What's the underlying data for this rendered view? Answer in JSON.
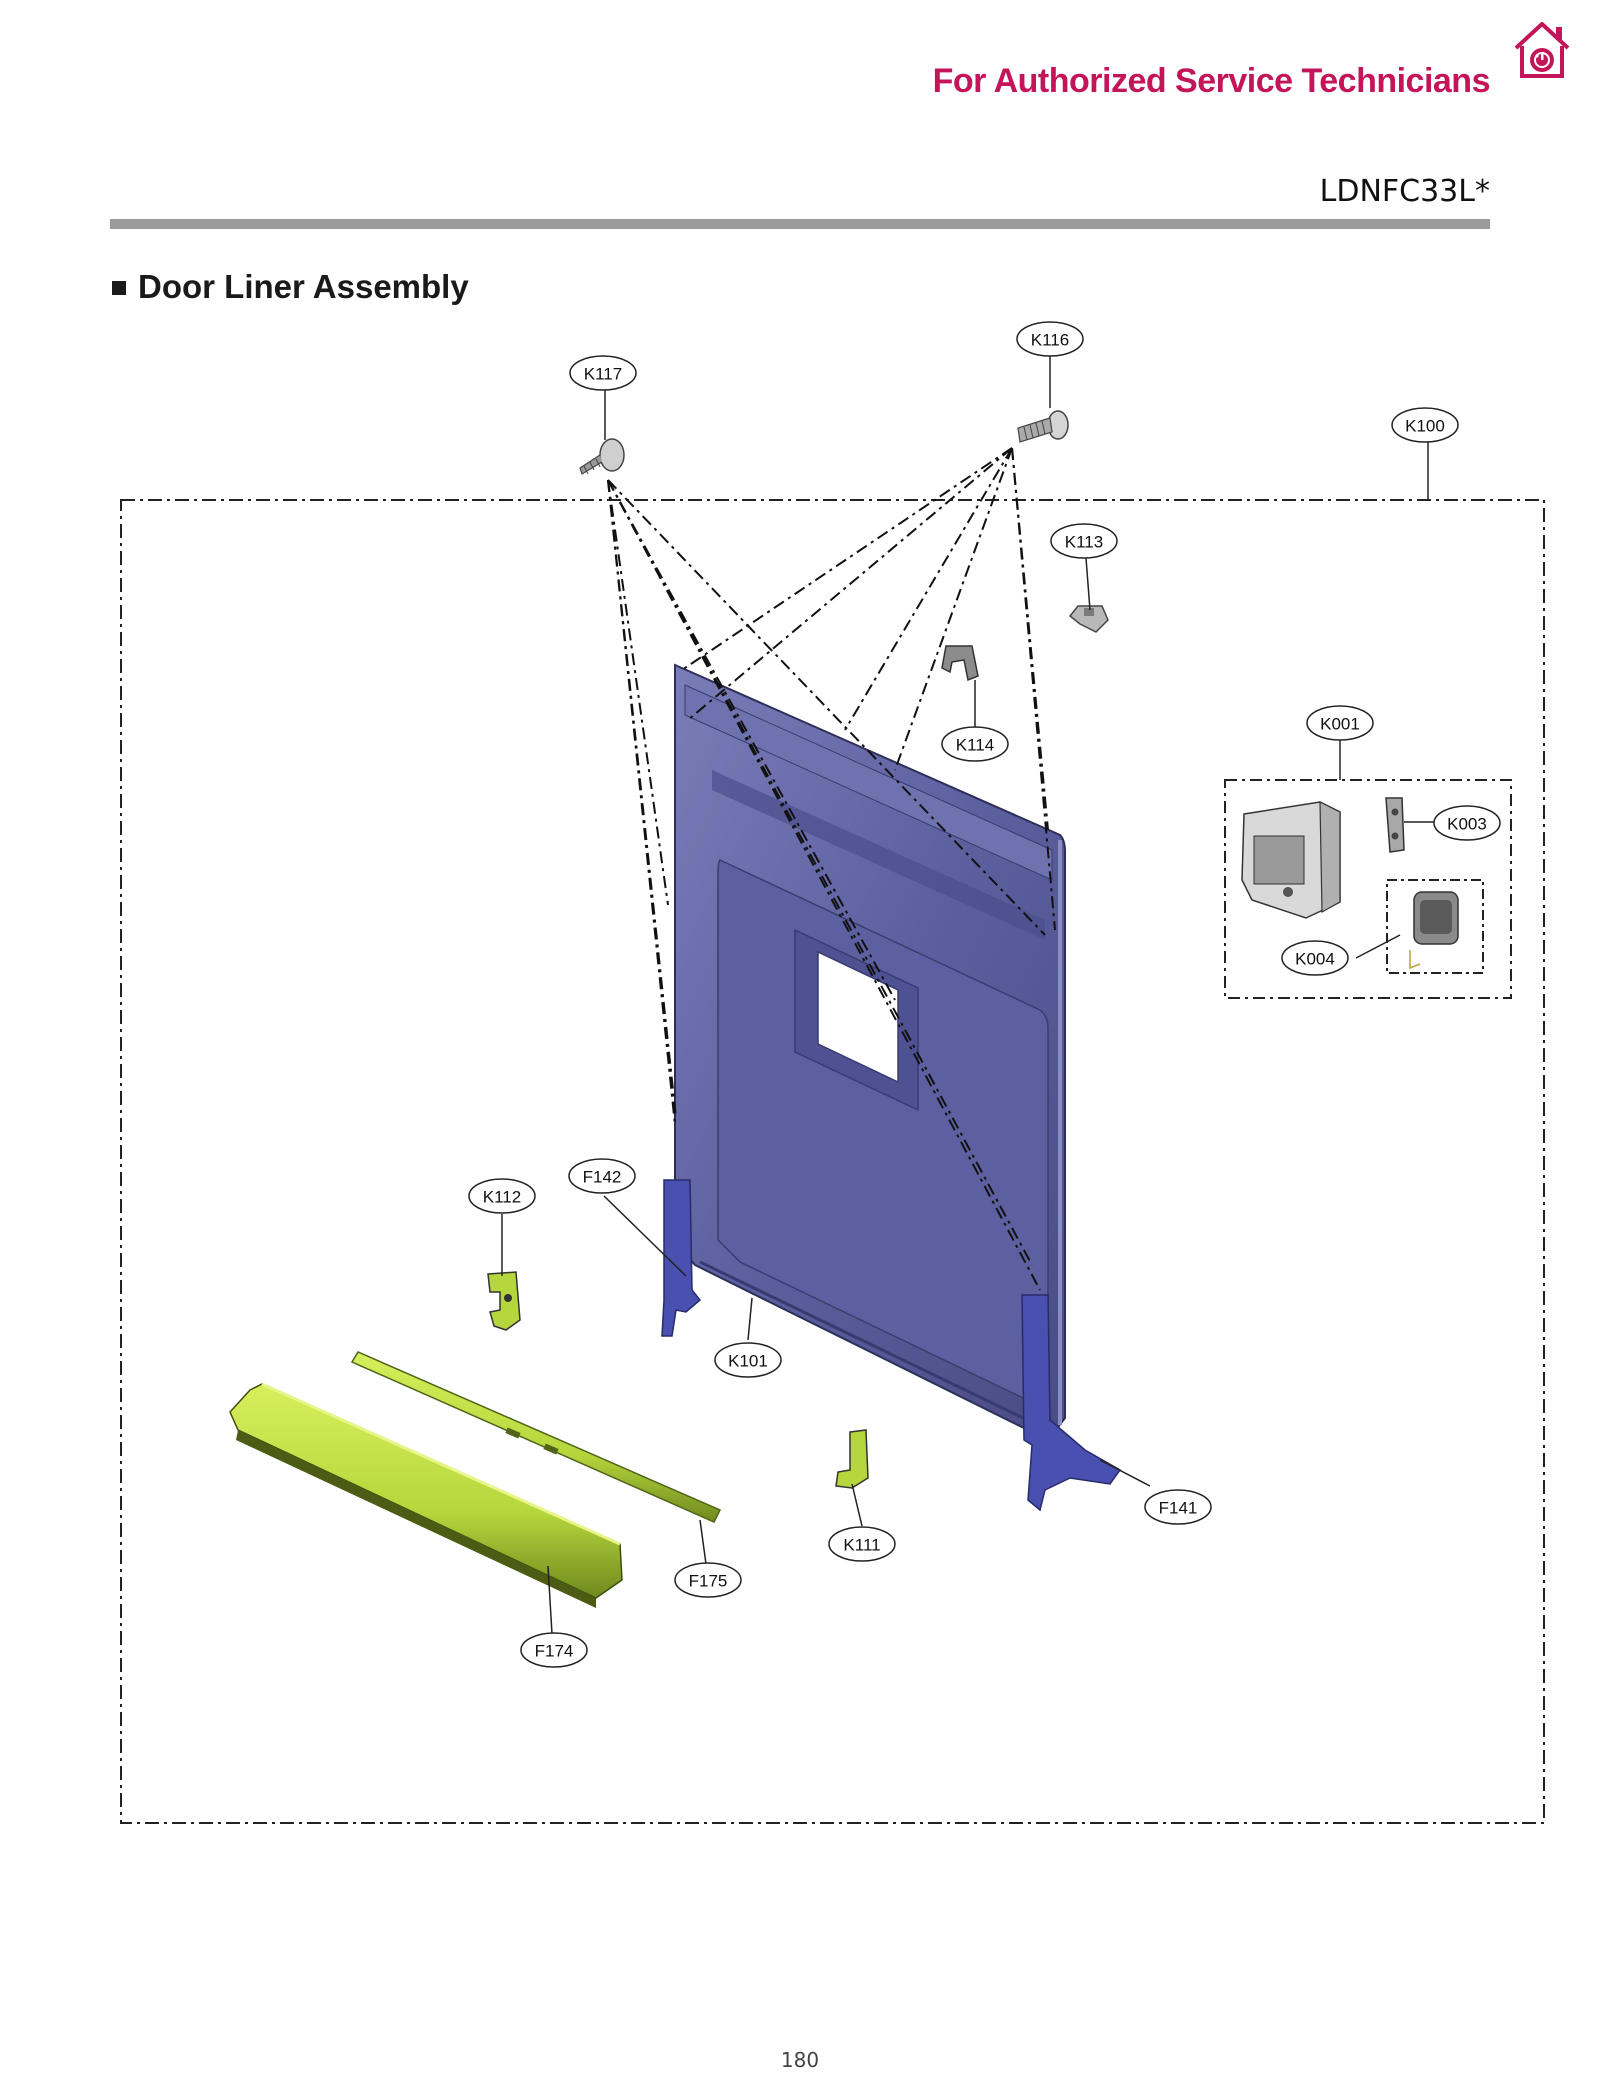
{
  "header": {
    "title": "For Authorized Service Technicians",
    "model": "LDNFC33L*"
  },
  "section": {
    "title": "Door Liner Assembly"
  },
  "parts": {
    "K117": "K117",
    "K116": "K116",
    "K100": "K100",
    "K113": "K113",
    "K114": "K114",
    "K001": "K001",
    "K003": "K003",
    "K004": "K004",
    "K112": "K112",
    "F142": "F142",
    "K101": "K101",
    "K111": "K111",
    "F141": "F141",
    "F175": "F175",
    "F174": "F174"
  },
  "colors": {
    "header_title": "#c4145a",
    "door_liner": "#5c5f9e",
    "hinge": "#4a50b0",
    "rail": "#b5d63c"
  },
  "footer": {
    "page_number": "180"
  }
}
